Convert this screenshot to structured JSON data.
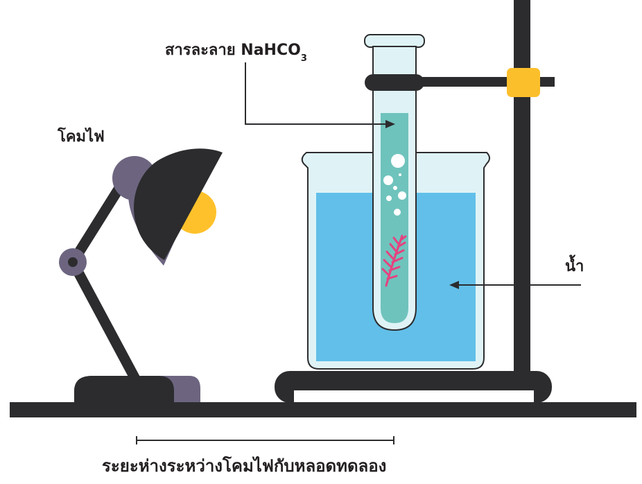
{
  "labels": {
    "solution_text": "สารละลาย NaHCO",
    "solution_subscript": "3",
    "lamp": "โคมไฟ",
    "water": "น้ำ",
    "distance": "ระยะห่างระหว่างโคมไฟกับหลอดทดลอง"
  },
  "colors": {
    "ink": "#2c2c2e",
    "water": "#62bfe9",
    "glass": "#dff3f6",
    "glass_edge": "#2c2c2e",
    "tube_liquid": "#6fc3bd",
    "bubble": "#ffffff",
    "plant": "#e5427f",
    "lamp_bulb": "#ffc12b",
    "lamp_joint": "#6d6580",
    "clamp": "#fcbf2c"
  },
  "icons": {
    "lamp": "desk-lamp-icon",
    "beaker": "beaker-icon",
    "test_tube": "test-tube-icon",
    "stand": "retort-stand-icon",
    "plant": "aquatic-plant-icon"
  }
}
